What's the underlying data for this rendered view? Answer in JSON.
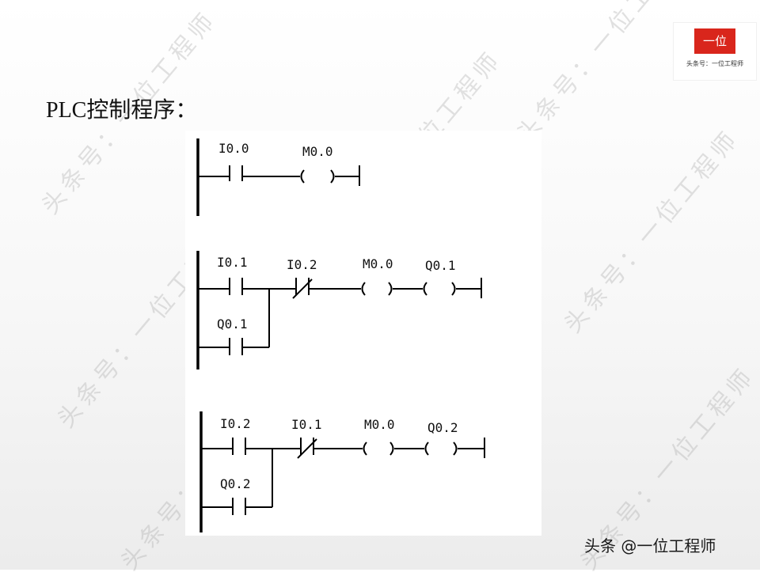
{
  "slide": {
    "title": "PLC控制程序："
  },
  "logo": {
    "mark": "一位",
    "caption": "头条号：一位工程师"
  },
  "watermark": {
    "text": "头条号：一位工程师"
  },
  "credit": "头条 @一位工程师",
  "ladder": {
    "rungs": [
      {
        "contacts": [
          {
            "label": "I0.0",
            "type": "NO"
          }
        ],
        "coils": [
          {
            "label": "M0.0"
          }
        ]
      },
      {
        "contacts": [
          {
            "label": "I0.1",
            "type": "NO"
          },
          {
            "label": "I0.2",
            "type": "NC"
          }
        ],
        "parallel": {
          "label": "Q0.1",
          "type": "NO"
        },
        "coils": [
          {
            "label": "M0.0"
          },
          {
            "label": "Q0.1"
          }
        ]
      },
      {
        "contacts": [
          {
            "label": "I0.2",
            "type": "NO"
          },
          {
            "label": "I0.1",
            "type": "NC"
          }
        ],
        "parallel": {
          "label": "Q0.2",
          "type": "NO"
        },
        "coils": [
          {
            "label": "M0.0"
          },
          {
            "label": "Q0.2"
          }
        ]
      }
    ]
  },
  "colors": {
    "logo_red": "#d9261c",
    "line": "#000000"
  }
}
